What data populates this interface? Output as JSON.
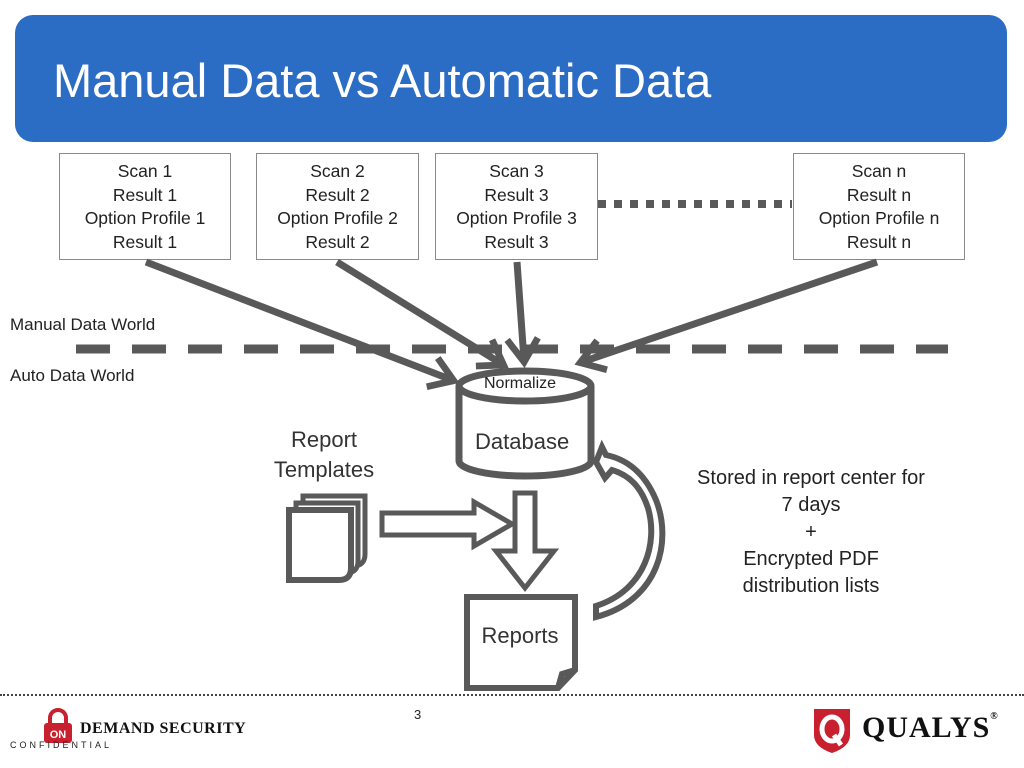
{
  "title": "Manual Data vs Automatic Data",
  "scans": [
    {
      "lines": [
        "Scan 1",
        "Result 1",
        "Option Profile 1",
        "Result 1"
      ]
    },
    {
      "lines": [
        "Scan 2",
        "Result 2",
        "Option Profile 2",
        "Result 2"
      ]
    },
    {
      "lines": [
        "Scan 3",
        "Result 3",
        "Option Profile 3",
        "Result 3"
      ]
    },
    {
      "lines": [
        "Scan n",
        "Result n",
        "Option Profile n",
        "Result n"
      ]
    }
  ],
  "zones": {
    "manual": "Manual Data World",
    "auto": "Auto Data World"
  },
  "database": {
    "cap_label": "Normalize",
    "label": "Database"
  },
  "templates_label": [
    "Report",
    "Templates"
  ],
  "reports_label": "Reports",
  "side_note": [
    "Stored in report center for",
    "7 days",
    "+",
    "Encrypted PDF",
    "distribution lists"
  ],
  "footer": {
    "page_number": "3",
    "confidential": "CONFIDENTIAL",
    "left_logo": {
      "badge": "ON",
      "text": "DEMAND SECURITY"
    },
    "right_logo": {
      "text": "QUALYS",
      "mark": "®"
    }
  },
  "colors": {
    "title_bar": "#2b6cc4",
    "diagram_stroke": "#595959",
    "logo_red": "#c8202f"
  }
}
